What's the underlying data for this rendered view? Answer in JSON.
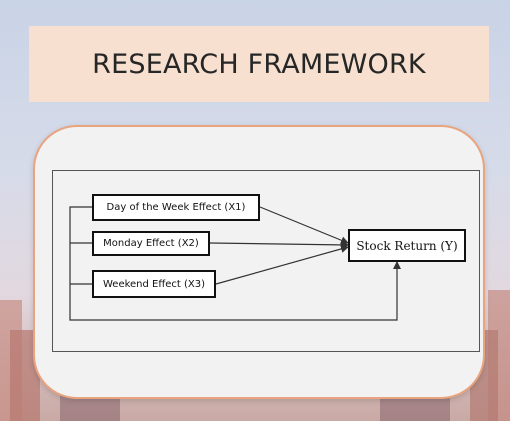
{
  "slide": {
    "title": "RESEARCH FRAMEWORK"
  },
  "diagram": {
    "independent_variables": [
      "Day of the Week Effect (X1)",
      "Monday Effect (X2)",
      "Weekend Effect (X3)"
    ],
    "dependent_variable": "Stock Return (Y)"
  },
  "colors": {
    "banner": "#f7e0cf",
    "card_border": "#e8a47e",
    "card_fill": "#f2f2f2"
  }
}
